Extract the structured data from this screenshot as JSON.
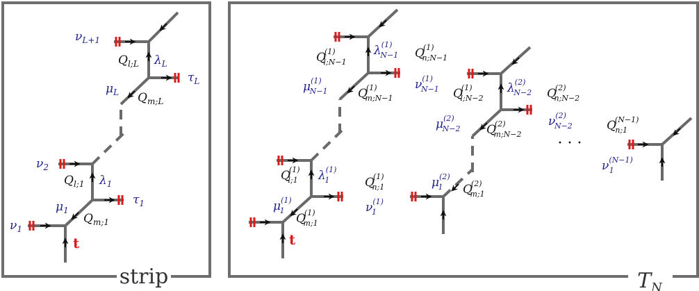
{
  "colors": {
    "line": "#6a6a6a",
    "frame": "#6e6e6e",
    "blue_label": "#1f1f8f",
    "black_label": "#111111",
    "red_mark": "#d81b1b"
  },
  "strip_panel": {
    "title": "strip",
    "labels": {
      "nu_L1": "νL+1",
      "Q_lL": "Ql;L",
      "lambda_L": "λL",
      "tau_L": "τL",
      "mu_L": "μL",
      "Q_mL": "Qm;L",
      "nu_2": "ν2",
      "Q_l1": "Ql;1",
      "lambda_1": "λ1",
      "tau_1": "τ1",
      "mu_1": "μ1",
      "Q_m1": "Qm;1",
      "nu_1": "ν1",
      "t": "t"
    }
  },
  "tn_panel": {
    "title": "TN",
    "ellipsis": "· · ·",
    "labels": {
      "Q_lN1": "Q(1)l;N−1",
      "lambda_N1": "λ(1)N−1",
      "Q_nN1": "Q(1)n;N−1",
      "mu_N1": "μ(1)N−1",
      "Q_mN1": "Q(1)m;N−1",
      "nu_N1": "ν(1)N−1",
      "Q_lN2": "Q(1)l;N−2",
      "lambda_N2": "λ(2)N−2",
      "Q_nN2": "Q(2)n;N−2",
      "mu_N2": "μ(2)N−2",
      "Q_mN2": "Q(2)m;N−2",
      "nu_N2": "ν(2)N−2",
      "Q_l1": "Q(1)l;1",
      "lambda_1": "λ(1)1",
      "Q_n1": "Q(1)n;1",
      "mu_1_1": "μ(1)1",
      "Q_m1": "Q(1)m;1",
      "nu_1_1": "ν(1)1",
      "mu_1_2": "μ(2)1",
      "Q_m1_2": "Q(2)m;1",
      "Q_nN": "Q(N−1)n;1",
      "nu_1_N": "ν(N−1)1",
      "t": "t"
    }
  }
}
